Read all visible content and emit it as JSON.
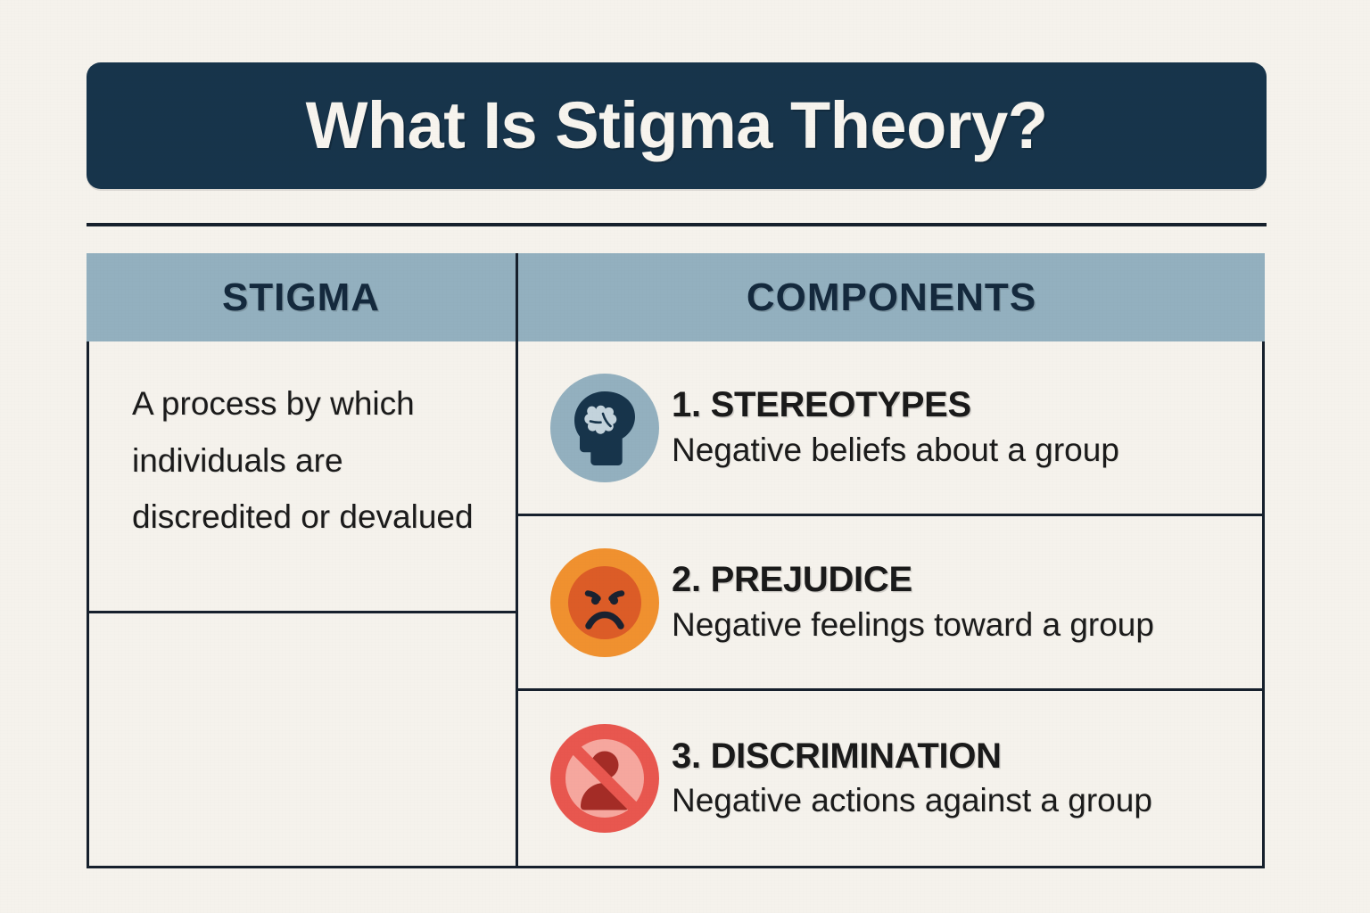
{
  "page": {
    "background_color": "#F5F2EC",
    "title": "What Is Stigma Theory?"
  },
  "title_bar": {
    "label": "What Is Stigma Theory?",
    "background_color": "#17344B",
    "text_color": "#F7F4EE"
  },
  "table": {
    "header": {
      "background_color": "#93B0BF",
      "text_color": "#14293D",
      "columns": [
        {
          "label": "STIGMA"
        },
        {
          "label": "COMPONENTS"
        }
      ]
    },
    "stigma_column": {
      "definition": "A process by which individuals are discredited or devalued",
      "empty_cell": ""
    },
    "components": [
      {
        "number": "1.",
        "title": "1. STEREOTYPES",
        "description": "Negative beliefs about a group",
        "icon": "head-brain-icon",
        "icon_circle_color": "#93B0BF",
        "icon_figure_color": "#17344B"
      },
      {
        "number": "2.",
        "title": "2. PREJUDICE",
        "description": "Negative feelings toward a group",
        "icon": "angry-face-icon",
        "icon_circle_color": "#F0912F",
        "icon_inner_color": "#DC5C27",
        "icon_figure_color": "#1A2230"
      },
      {
        "number": "3.",
        "title": "3. DISCRIMINATION",
        "description": "Negative actions against a group",
        "icon": "no-person-icon",
        "icon_circle_color": "#E8574F",
        "icon_inner_color": "#F6A79E",
        "icon_figure_color": "#A42C26"
      }
    ],
    "border_color": "#16202C"
  }
}
